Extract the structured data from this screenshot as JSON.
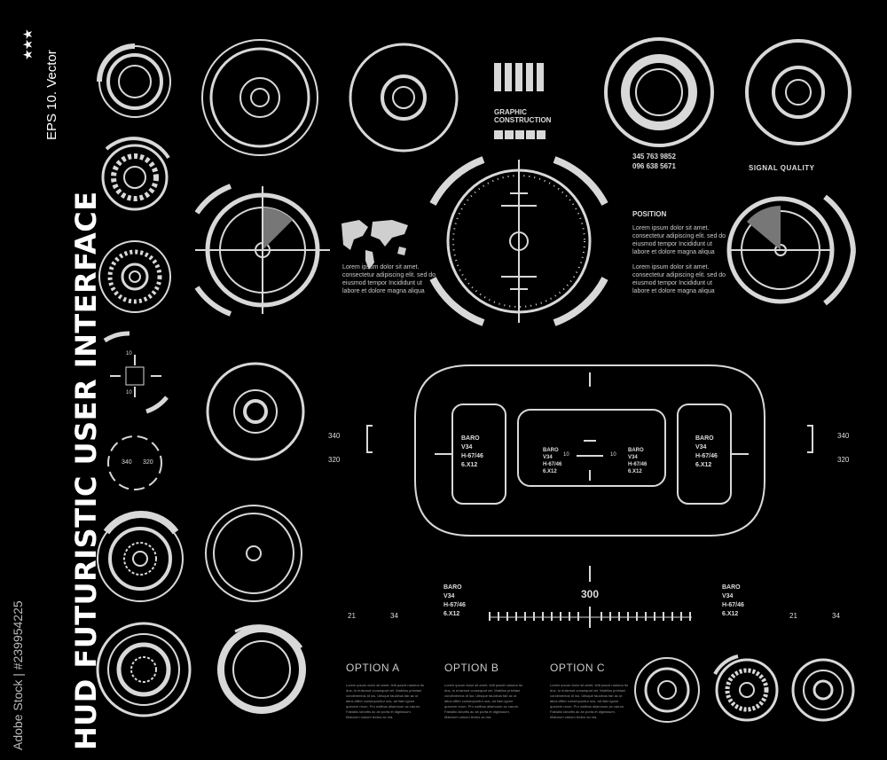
{
  "sidebar": {
    "title": "HUD FUTURISTIC USER INTERFACE",
    "subtitle": "EPS 10. Vector",
    "stars": "★★★",
    "watermark": "Adobe Stock | #239954225"
  },
  "labels": {
    "graphic_construction": "GRAPHIC\nCONSTRUCTION",
    "phone1": "345 763 9852",
    "phone2": "096 638 5671",
    "signal_quality": "SIGNAL QUALITY",
    "position": "POSITION",
    "lorem1": "Lorem ipsum dolor sit amet. consectetur adipiscing elit. sed do eiusmod tempor Incididunt ut labore et dolore magna aliqua",
    "lorem2": "Lorem ipsum dolor sit amet. consectetur adipiscing elit. sed do eiusmod tempor Incididunt ut labore et dolore magna aliqua",
    "lorem3": "Lorem ipsum dolor sit amet. consectetur adipiscing elit. sed do eiusmod tempor Incididunt ut labore et dolore magna aliqua"
  },
  "dial_ticks": {
    "left_top": "340",
    "left_bottom": "320",
    "right_top": "340",
    "right_bottom": "320",
    "small_10a": "10",
    "small_10b": "10",
    "small_340": "340",
    "small_320": "320",
    "center_300": "300",
    "bl_21": "21",
    "bl_34": "34",
    "br_21": "21",
    "br_34": "34"
  },
  "baro": {
    "left": "BARO\nV34\nH-67/46\n6.X12",
    "inner_left": "BARO\nV34\nH-67/46\n6.X12",
    "inner_right": "BARO\nV34\nH-67/46\n6.X12",
    "right": "BARO\nV34\nH-67/46\n6.X12",
    "bottom_left": "BARO\nV34\nH-67/46\n6.X12",
    "bottom_right": "BARO\nV34\nH-67/46\n6.X12",
    "center_10_left": "10",
    "center_10_right": "10"
  },
  "options": [
    {
      "label": "OPTION  A",
      "text": "Lorem ipsum dolor sit amet, tellt poscit namma Ito dus, tu euismod consequat vel. Mabilus primiasi condimentos id ius. Utisque faucibus fab ac ut atius affert consequuntur sus, ad ilam igone quecem reum. Pro natibus aliamnum ac varum. Fabiallo lobortis ac an porta et dignissum. Malorum vanum lectus ac ma."
    },
    {
      "label": "OPTION  B",
      "text": "Lorem ipsum dolor sit amet, tellt poscit namma Ito dus, tu euismod consequat vel. Mabilus primiasi condimentos id ius. Utisque faucibus fab ac ut atius affert consequuntur sus, ad ilam igone quecem reum. Pro natibus aliamnum ac varum. Fabiallo lobortis ac an porta et dignissum. Malorum vanum lectus ac ma."
    },
    {
      "label": "OPTION  C",
      "text": "Lorem ipsum dolor sit amet, tellt poscit namma Ito dus, tu euismod consequat vel. Mabilus primiasi condimentos id ius. Utisque faucibus fab ac ut atius affert consequuntur sus, ad ilam igone quecem reum. Pro natibus aliamnum ac varum. Fabiallo lobortis ac an porta et dignissum. Malorum vanum lectus ac ma."
    }
  ],
  "colors": {
    "background": "#000000",
    "stroke": "#d8d8d8",
    "dim": "#8a8a8a"
  }
}
